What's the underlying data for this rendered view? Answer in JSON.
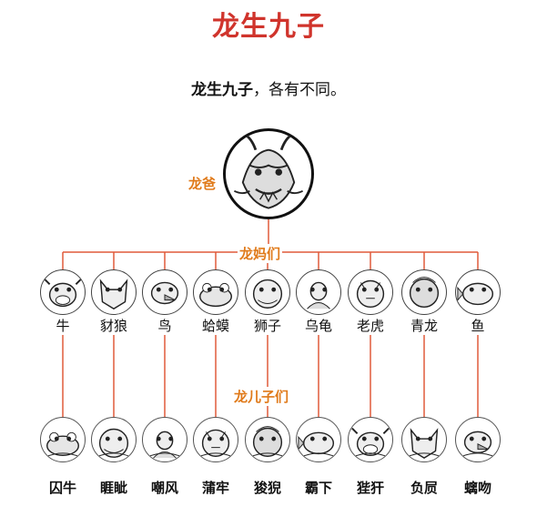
{
  "title": "龙生九子",
  "subtitle_bold": "龙生九子",
  "subtitle_rest": "，各有不同。",
  "dad_label": "龙爸",
  "moms_label": "龙妈们",
  "sons_label": "龙儿子们",
  "line_color": "#e05a3a",
  "parents": [
    "牛",
    "豺狼",
    "鸟",
    "蛤蟆",
    "狮子",
    "乌龟",
    "老虎",
    "青龙",
    "鱼"
  ],
  "sons": [
    "囚牛",
    "睚眦",
    "嘲风",
    "蒲牢",
    "狻猊",
    "霸下",
    "狴犴",
    "负屃",
    "螭吻"
  ]
}
